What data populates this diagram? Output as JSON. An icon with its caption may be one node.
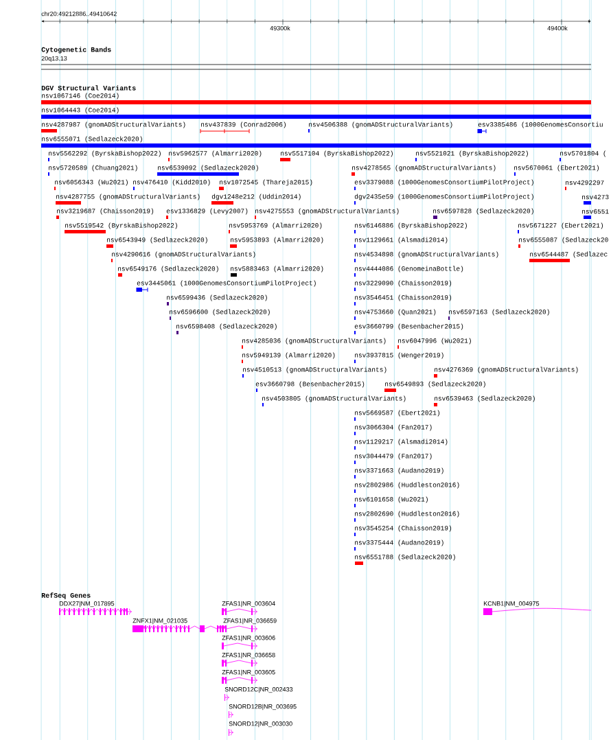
{
  "diagram": {
    "labels": [
      "chr20:49212886..49410642",
      "49300k",
      "49400k",
      "Cytogenetic Bands",
      "20q13.13",
      "DGV Structural Variants",
      "nsv1067146 (Coe2014)",
      "nsv1064443 (Coe2014)",
      "nsv4287987 (gnomADStructuralVariants)",
      "nsv437839 (Conrad2006)",
      "nsv4506388 (gnomADStructuralVariants)",
      "esv3385486 (1000GenomesConsortiu",
      "nsv6555071 (Sedlazeck2020)",
      "nsv5562292 (ByrskaBishop2022)",
      "nsv5962577 (Almarri2020)",
      "nsv5517104 (ByrskaBishop2022)",
      "nsv5521021 (ByrskaBishop2022)",
      "nsv5701804 (",
      "nsv5720589 (Chuang2021)",
      "nsv6539092 (Sedlazeck2020)",
      "nsv4278565 (gnomADStructuralVariants)",
      "nsv5670061 (Ebert2021)",
      "nsv6056343 (Wu2021)",
      "nsv476410 (Kidd2010)",
      "nsv1072545 (Thareja2015)",
      "esv3379088 (1000GenomesConsortiumPilotProject)",
      "nsv4292297",
      "nsv4287755 (gnomADStructuralVariants)",
      "dgv1248e212 (Uddin2014)",
      "dgv2435e59 (1000GenomesConsortiumPilotProject)",
      "nsv4273",
      "nsv3219687 (Chaisson2019)",
      "esv1336829 (Levy2007)",
      "nsv4275553 (gnomADStructuralVariants)",
      "nsv6597828 (Sedlazeck2020)",
      "nsv6551",
      "nsv5519542 (ByrskaBishop2022)",
      "nsv5953769 (Almarri2020)",
      "nsv6146886 (ByrskaBishop2022)",
      "nsv5671227 (Ebert2021)",
      "nsv6543949 (Sedlazeck2020)",
      "nsv5953893 (Almarri2020)",
      "nsv1129661 (Alsmadi2014)",
      "nsv6555087 (Sedlazeck20",
      "nsv4290616 (gnomADStructuralVariants)",
      "nsv4534898 (gnomADStructuralVariants)",
      "nsv6544487 (Sedlazec",
      "nsv6549176 (Sedlazeck2020)",
      "nsv5883463 (Almarri2020)",
      "nsv4444086 (GenomeinaBottle)",
      "esv3445061 (1000GenomesConsortiumPilotProject)",
      "nsv3229090 (Chaisson2019)",
      "nsv6599436 (Sedlazeck2020)",
      "nsv3546451 (Chaisson2019)",
      "nsv6596600 (Sedlazeck2020)",
      "nsv4753660 (Quan2021)",
      "nsv6597163 (Sedlazeck2020)",
      "nsv6598408 (Sedlazeck2020)",
      "esv3660799 (Besenbacher2015)",
      "nsv4285036 (gnomADStructuralVariants)",
      "nsv6047996 (Wu2021)",
      "nsv5949139 (Almarri2020)",
      "nsv3937815 (Wenger2019)",
      "nsv4510513 (gnomADStructuralVariants)",
      "nsv4276369 (gnomADStructuralVariants)",
      "esv3660798 (Besenbacher2015)",
      "nsv6549893 (Sedlazeck2020)",
      "nsv4503805 (gnomADStructuralVariants)",
      "nsv6539463 (Sedlazeck2020)",
      "nsv5669587 (Ebert2021)",
      "nsv3066304 (Fan2017)",
      "nsv1129217 (Alsmadi2014)",
      "nsv3044479 (Fan2017)",
      "nsv3371663 (Audano2019)",
      "nsv2802986 (Huddleston2016)",
      "nsv6101658 (Wu2021)",
      "nsv2802690 (Huddleston2016)",
      "nsv3545254 (Chaisson2019)",
      "nsv3375444 (Audano2019)",
      "nsv6551788 (Sedlazeck2020)",
      "RefSeq Genes",
      "DDX27|NM_017895",
      "ZFAS1|NR_003604",
      "KCNB1|NM_004975",
      "ZNFX1|NM_021035",
      "ZFAS1|NR_036659",
      "ZFAS1|NR_003606",
      "ZFAS1|NR_036658",
      "ZFAS1|NR_003605",
      "SNORD12C|NR_002433",
      "SNORD12B|NR_003695",
      "SNORD12|NR_003030"
    ]
  }
}
